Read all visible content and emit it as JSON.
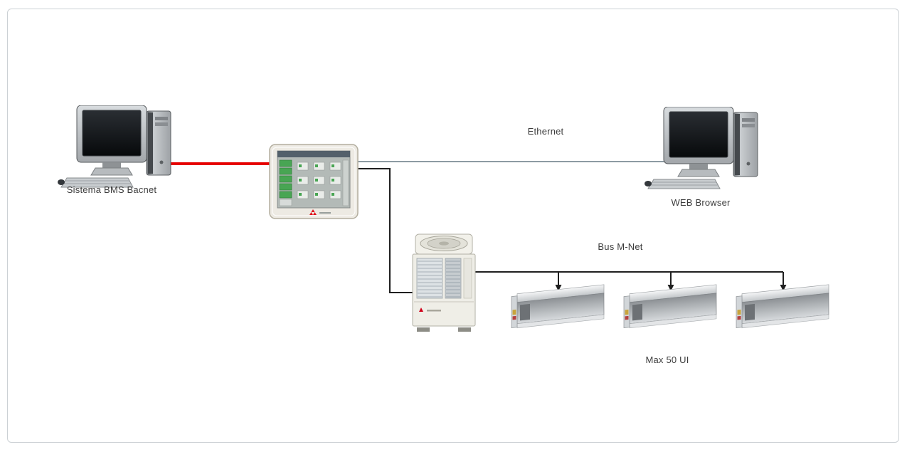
{
  "diagram": {
    "nodes": {
      "bms_computer": {
        "label": "Sistema BMS Bacnet",
        "icon": "desktop-computer-icon"
      },
      "central_controller": {
        "icon": "centralized-controller-icon"
      },
      "web_computer": {
        "label": "WEB Browser",
        "icon": "desktop-computer-icon"
      },
      "outdoor_unit": {
        "icon": "outdoor-unit-icon"
      },
      "indoor_units": {
        "count": 3,
        "icon": "ducted-indoor-unit-icon",
        "capacity_label": "Max 50 UI"
      }
    },
    "links": {
      "bms": {
        "color": "#e60000"
      },
      "ethernet": {
        "label": "Ethernet",
        "color": "#8d9ba3"
      },
      "mnet": {
        "label": "Bus M-Net",
        "color": "#1f1f1f"
      }
    }
  }
}
